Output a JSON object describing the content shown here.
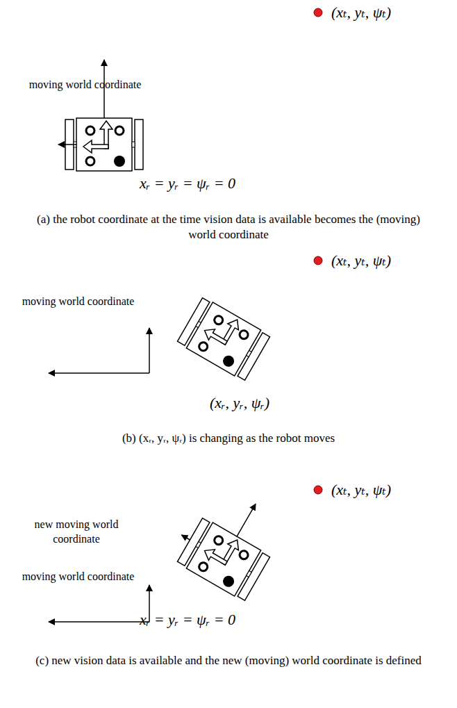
{
  "diagram": {
    "labels": [
      "(xₜ, yₜ, ψₜ)",
      "moving world coordinate",
      "xᵣ = yᵣ = ψᵣ = 0",
      "(a) the robot coordinate at the time vision data is available becomes the (moving) world coordinate",
      "(xₜ, yₜ, ψₜ)",
      "moving world coordinate",
      "(xᵣ, yᵣ, ψᵣ)",
      "(b) (xᵣ, yᵣ, ψᵣ) is changing as the robot moves",
      "(xₜ, yₜ, ψₜ)",
      "new moving world coordinate",
      "moving world coordinate",
      "xᵣ = yᵣ = ψᵣ = 0",
      "(c) new vision data is available and the new (moving) world coordinate is defined"
    ]
  }
}
